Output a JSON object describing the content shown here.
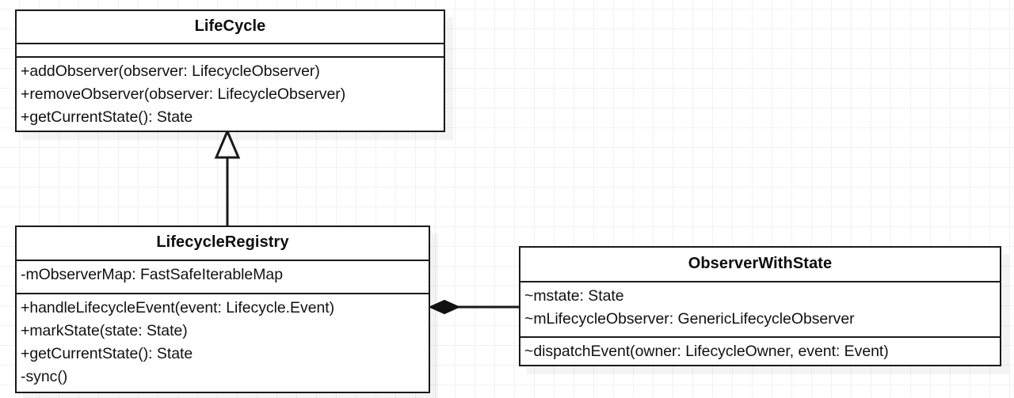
{
  "diagram": {
    "type": "uml-class-diagram",
    "background": {
      "color": "#ffffff",
      "grid_color": "#f2f2f2",
      "grid_size": 25
    },
    "classes": [
      {
        "id": "lifecycle",
        "name": "LifeCycle",
        "attributes": [],
        "methods": [
          "+addObserver(observer: LifecycleObserver)",
          "+removeObserver(observer: LifecycleObserver)",
          "+getCurrentState(): State"
        ]
      },
      {
        "id": "registry",
        "name": "LifecycleRegistry",
        "attributes": [
          "-mObserverMap: FastSafeIterableMap"
        ],
        "methods": [
          "+handleLifecycleEvent(event: Lifecycle.Event)",
          "+markState(state: State)",
          "+getCurrentState(): State",
          "-sync()"
        ]
      },
      {
        "id": "observer",
        "name": "ObserverWithState",
        "attributes": [
          "~mstate: State",
          "~mLifecycleObserver: GenericLifecycleObserver"
        ],
        "methods": [
          "~dispatchEvent(owner: LifecycleOwner, event: Event)"
        ]
      }
    ],
    "relationships": [
      {
        "id": "generalization",
        "kind": "generalization",
        "marker": "hollow-triangle",
        "from": "LifecycleRegistry",
        "to": "LifeCycle",
        "label": ""
      },
      {
        "id": "composition",
        "kind": "composition",
        "marker": "filled-diamond",
        "from": "LifecycleRegistry",
        "to": "ObserverWithState",
        "label": ""
      }
    ],
    "colors": {
      "line": "#1a1a1a",
      "fill": "#ffffff",
      "text": "#111111"
    }
  }
}
